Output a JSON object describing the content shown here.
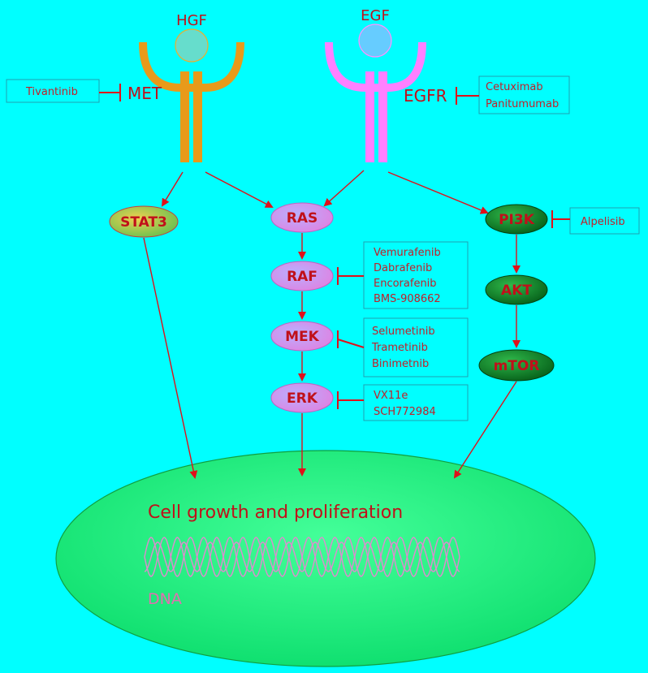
{
  "colors": {
    "background": "#00ffff",
    "arrow": "#e0101a",
    "text": "#c0101a",
    "met_receptor": "#e89a1a",
    "egfr_receptor": "#ff80ff",
    "ligand": "#7fd0e8",
    "egf_ligand": "#66ccff",
    "ras_pathway_node": "#c8a0f0",
    "pi3k_pathway_node": "#0c8a2a",
    "stat3_node": "#e0c040",
    "cell": "#22ee77",
    "dna": "#e0a0d0"
  },
  "ligands": {
    "hgf": "HGF",
    "egf": "EGF"
  },
  "receptors": {
    "met": "MET",
    "egfr": "EGFR"
  },
  "inhibitors": {
    "met": [
      "Tivantinib"
    ],
    "egfr": [
      "Cetuximab",
      "Panitumumab"
    ],
    "pi3k": [
      "Alpelisib"
    ],
    "raf": [
      "Vemurafenib",
      "Dabrafenib",
      "Encorafenib",
      "BMS-908662"
    ],
    "mek": [
      "Selumetinib",
      "Trametinib",
      "Binimetnib"
    ],
    "erk": [
      "VX11e",
      "SCH772984"
    ]
  },
  "nodes": {
    "stat3": "STAT3",
    "ras": "RAS",
    "raf": "RAF",
    "mek": "MEK",
    "erk": "ERK",
    "pi3k": "PI3K",
    "akt": "AKT",
    "mtor": "mTOR"
  },
  "cell": {
    "title": "Cell growth and proliferation",
    "dna_label": "DNA"
  }
}
